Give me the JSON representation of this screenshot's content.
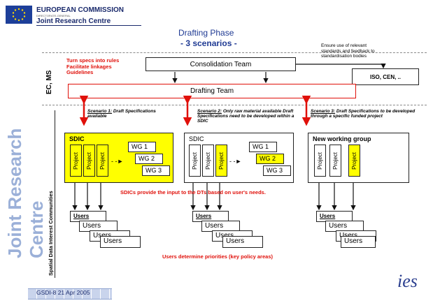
{
  "header": {
    "org": "EUROPEAN COMMISSION",
    "dg": "DIRECTORATE-GENERAL",
    "centre": "Joint Research Centre"
  },
  "side_title": "Joint Research Centre",
  "title": {
    "line1": "Drafting Phase",
    "line2": "- 3 scenarios -"
  },
  "rows": {
    "ec_ms": "EC, MS",
    "sdic": "Spatial Data Interest Communities"
  },
  "notes": {
    "turn_specs": [
      "Turn specs into rules",
      "Facilitate linkages",
      "Guidelines"
    ],
    "ensure": [
      "Ensure use of relevant",
      "standards and feedback to",
      "standardisation bodies"
    ],
    "sdic_input": "SDICs provide the input to the DTs based on user's needs.",
    "users_priorities": "Users determine priorities (key policy areas)"
  },
  "boxes": {
    "consolidation": "Consolidation Team",
    "drafting": "Drafting Team",
    "iso": "ISO, CEN, .."
  },
  "scenarios": [
    {
      "label": "Scenario 1:",
      "text": "Draft Specifications available"
    },
    {
      "label": "Scenario 2:",
      "text": "Only raw material available Draft Specifications need to be developed within a SDIC"
    },
    {
      "label": "Scenario 3:",
      "text": "Draft Specifications to be developed through a specific funded project"
    }
  ],
  "groups": {
    "g1": "SDIC",
    "g2": "SDIC",
    "g3": "New working group"
  },
  "project_label": "Project",
  "wg": [
    "WG 1",
    "WG 2",
    "WG 3"
  ],
  "users_label": "Users",
  "footer": "GSDI-8 21 Apr 2005",
  "logo": "ies",
  "colors": {
    "accent": "#e0100a",
    "highlight": "#ffff00",
    "title": "#1f3a93"
  }
}
